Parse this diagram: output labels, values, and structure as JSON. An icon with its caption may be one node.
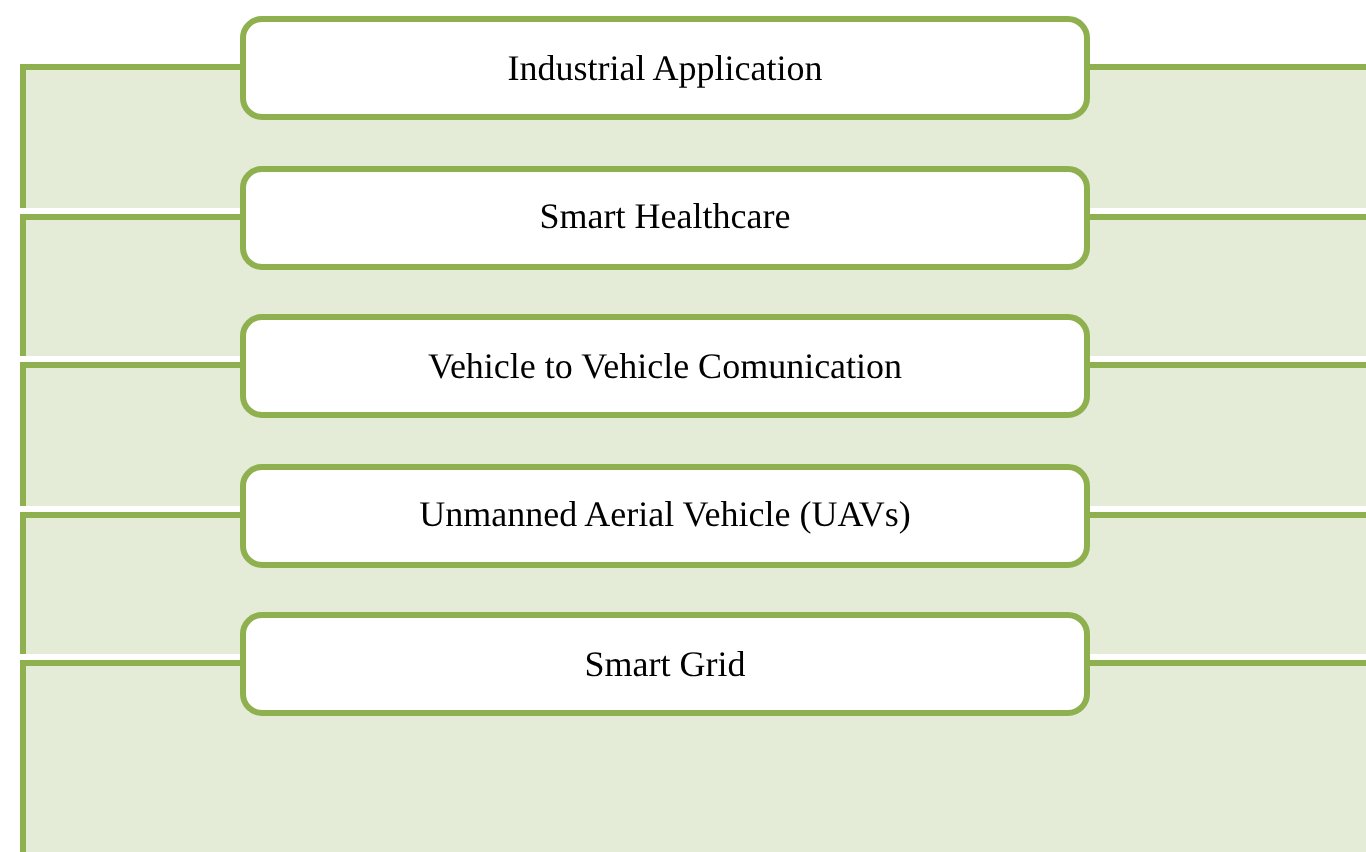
{
  "diagram": {
    "nodes": [
      {
        "text": [
          "Industrial Application"
        ]
      },
      {
        "text": [
          "Smart Healthcare"
        ]
      },
      {
        "text": [
          "Vehicle to Vehicle Comunication"
        ]
      },
      {
        "text": [
          "Unmanned Aerial Vehicle (UAVs)"
        ]
      },
      {
        "text": [
          "Smart Grid"
        ]
      }
    ]
  }
}
